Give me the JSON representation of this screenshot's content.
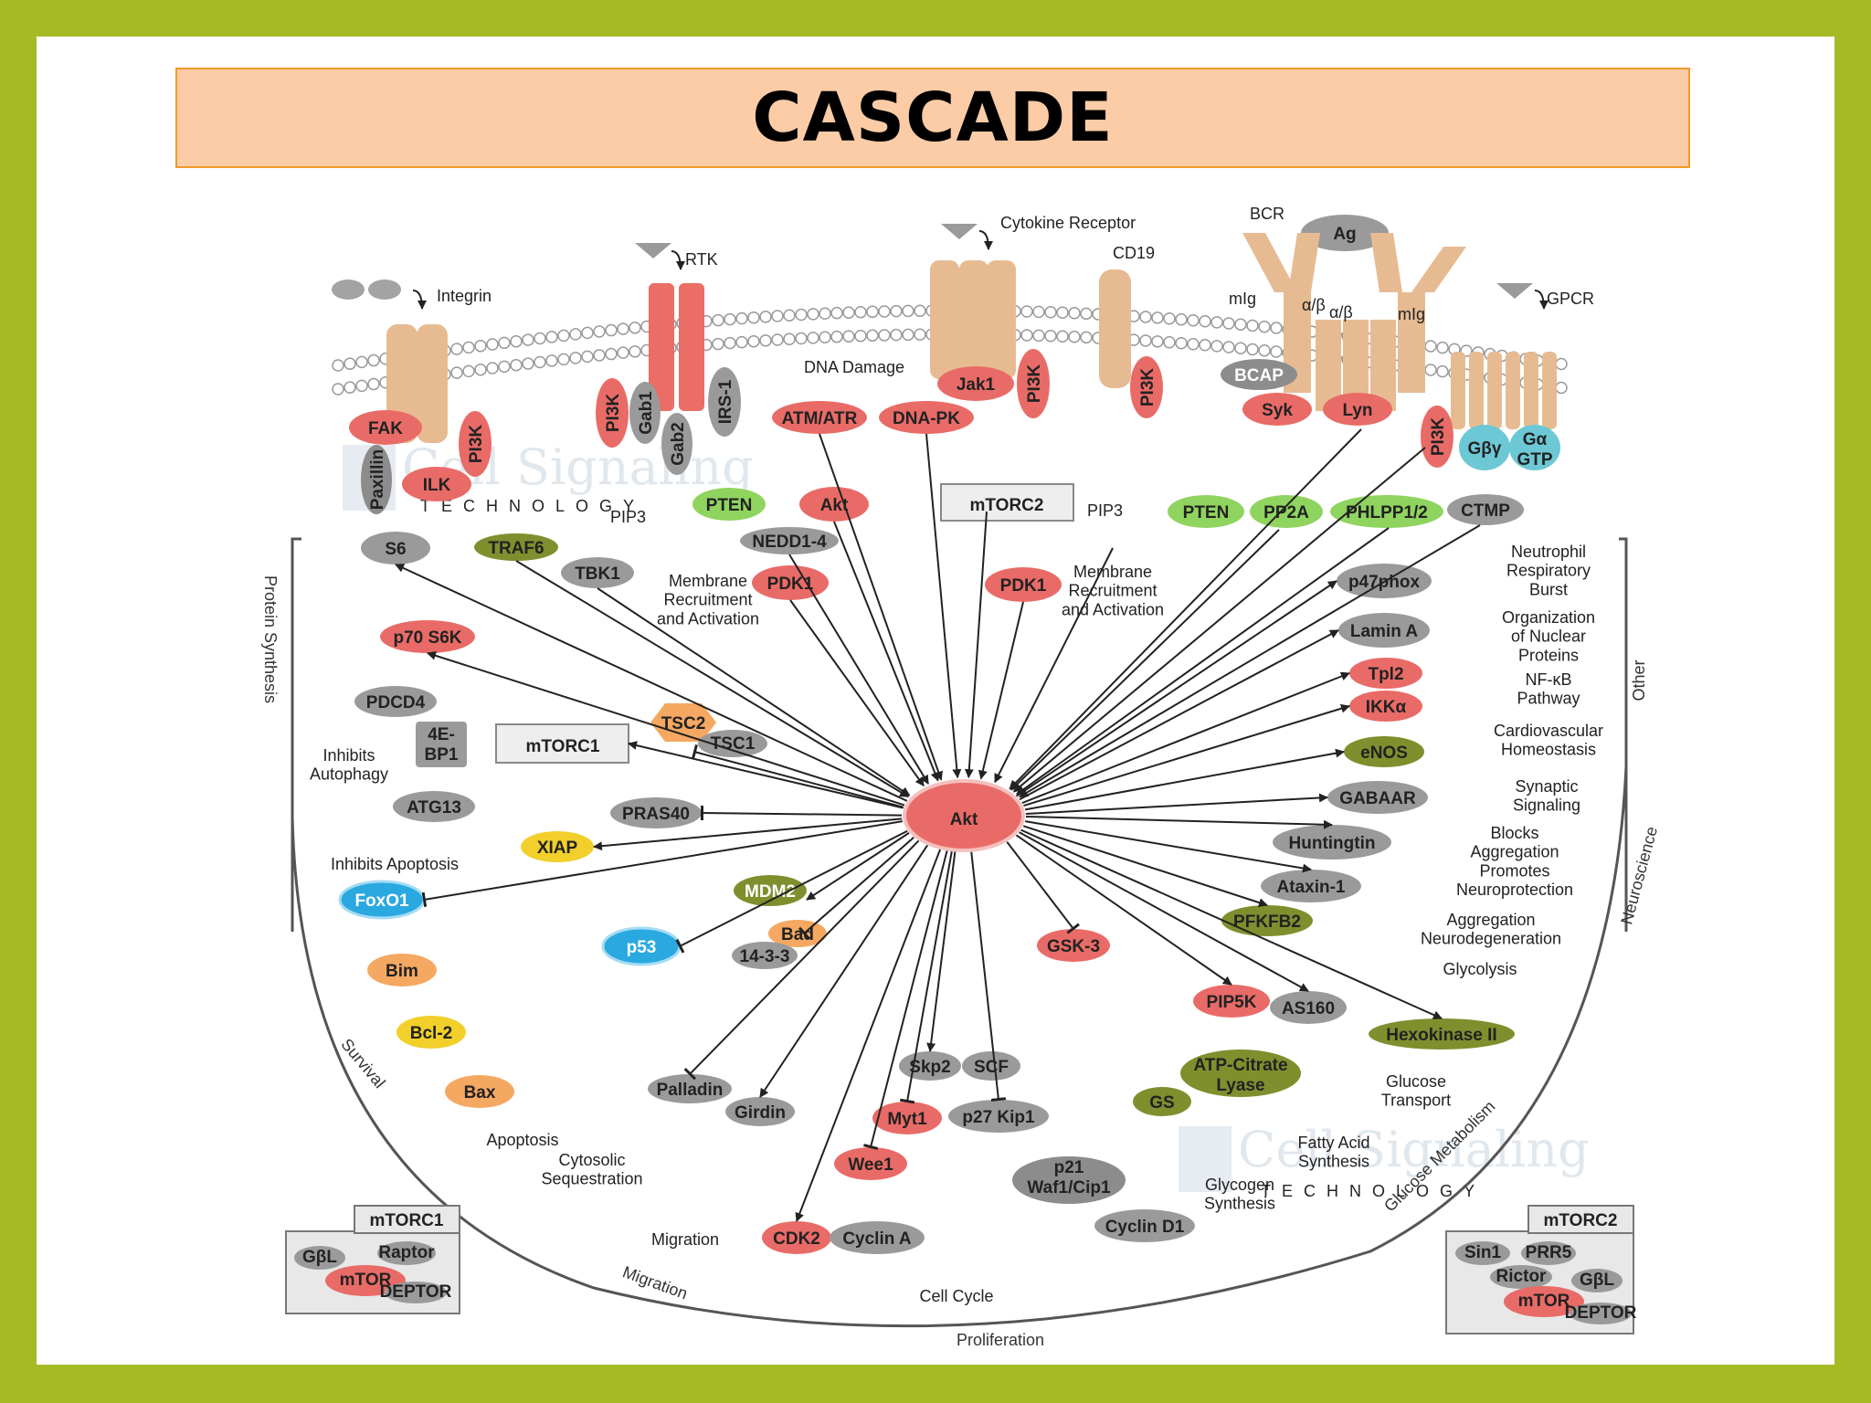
{
  "title": "CASCADE",
  "colors": {
    "frame": "#a6ba26",
    "title_fill": "#fccca6",
    "title_border": "#f09a28",
    "red_node": "#e96b67",
    "gray_node": "#9a9a9a",
    "green_node": "#8fd45f",
    "olive_node": "#7f8f2e",
    "orange_node": "#f5a861",
    "yellow_node": "#f2cf2a",
    "blue_node": "#2aa9e0",
    "teal_node": "#6cc8d4",
    "receptor": "#e7bb92"
  },
  "receptors": {
    "integrin": "Integrin",
    "rtk": "RTK",
    "cytokine": "Cytokine\nReceptor",
    "cd19": "CD19",
    "bcr": "BCR",
    "ag": "Ag",
    "mig_left": "mIg",
    "mig_right": "mIg",
    "alpha_beta_1": "α/β",
    "alpha_beta_2": "α/β",
    "gpcr": "GPCR"
  },
  "membrane_nodes": {
    "fak": "FAK",
    "paxillin": "Paxillin",
    "ilk": "ILK",
    "pi3k_integrin": "PI3K",
    "pi3k_rtk": "PI3K",
    "gab1": "Gab1",
    "gab2": "Gab2",
    "irs1": "IRS-1",
    "jak1": "Jak1",
    "pi3k_cytokine": "PI3K",
    "pi3k_cd19": "PI3K",
    "bcap": "BCAP",
    "syk": "Syk",
    "lyn": "Lyn",
    "pi3k_gpcr": "PI3K",
    "gbg": "Gβγ",
    "ga_gtp": "Gα\nGTP"
  },
  "upper_nodes": {
    "dna_damage": "DNA Damage",
    "atm_atr": "ATM/ATR",
    "dna_pk": "DNA-PK",
    "pip3_left": "PIP3",
    "pten_left": "PTEN",
    "akt_upper": "Akt",
    "nedd": "NEDD1-4",
    "traf6": "TRAF6",
    "tbk1": "TBK1",
    "membrane_left": "Membrane\nRecruitment\nand Activation",
    "pdk1_left": "PDK1",
    "mtorc2_box": "mTORC2",
    "pip3_right": "PIP3",
    "pten_right": "PTEN",
    "pp2a": "PP2A",
    "phlpp": "PHLPP1/2",
    "ctmp": "CTMP",
    "pdk1_right": "PDK1",
    "membrane_right": "Membrane\nRecruitment\nand Activation"
  },
  "center": "Akt",
  "left_nodes": {
    "s6": "S6",
    "p70": "p70 S6K",
    "pdcd4": "PDCD4",
    "ebp1": "4E-\nBP1",
    "mtorc1_box": "mTORC1",
    "tsc2": "TSC2",
    "tsc1": "TSC1",
    "inhibits_autophagy": "Inhibits\nAutophagy",
    "atg13": "ATG13",
    "pras40": "PRAS40",
    "xiap": "XIAP",
    "inhibits_apoptosis": "Inhibits Apoptosis",
    "foxo1": "FoxO1",
    "bim": "Bim",
    "bcl2": "Bcl-2",
    "bax": "Bax",
    "apoptosis": "Apoptosis",
    "mdm2": "MDM2",
    "p53": "p53",
    "bad": "Bad",
    "p1433": "14-3-3",
    "cytosolic": "Cytosolic\nSequestration"
  },
  "bottom_nodes": {
    "palladin": "Palladin",
    "girdin": "Girdin",
    "migration": "Migration",
    "cdk2": "CDK2",
    "cyclin_a": "Cyclin A",
    "wee1": "Wee1",
    "myt1": "Myt1",
    "skp2": "Skp2",
    "scf": "SCF",
    "p27": "p27 Kip1",
    "p21": "p21\nWaf1/Cip1",
    "gsk3": "GSK-3",
    "cyclin_d1": "Cyclin D1",
    "cell_cycle": "Cell Cycle",
    "gs": "GS",
    "glycogen": "Glycogen\nSynthesis",
    "atp_citrate": "ATP-Citrate\nLyase",
    "fatty_acid": "Fatty Acid\nSynthesis"
  },
  "right_nodes": {
    "p47phox": "p47phox",
    "neutrophil": "Neutrophil\nRespiratory\nBurst",
    "lamin": "Lamin A",
    "nuclear": "Organization\nof Nuclear\nProteins",
    "tpl2": "Tpl2",
    "ikka": "IKKα",
    "nfkb": "NF-κB\nPathway",
    "enos": "eNOS",
    "cardio": "Cardiovascular\nHomeostasis",
    "gabaar": "GABAAR",
    "synaptic": "Synaptic\nSignaling",
    "huntingtin": "Huntingtin",
    "blocks": "Blocks\nAggregation\nPromotes\nNeuroprotection",
    "ataxin": "Ataxin-1",
    "aggregation": "Aggregation\nNeurodegeneration",
    "pfkfb2": "PFKFB2",
    "glycolysis": "Glycolysis",
    "pip5k": "PIP5K",
    "as160": "AS160",
    "hexokinase": "Hexokinase II",
    "glucose_transport": "Glucose\nTransport"
  },
  "categories": {
    "protein_synthesis": "Protein Synthesis",
    "other": "Other",
    "neuroscience": "Neuroscience",
    "glucose_metabolism": "Glucose Metabolism",
    "proliferation": "Proliferation",
    "migration": "Migration",
    "survival": "Survival"
  },
  "legend_mtorc1": {
    "title": "mTORC1",
    "gbl": "GβL",
    "raptor": "Raptor",
    "mtor": "mTOR",
    "deptor": "DEPTOR"
  },
  "legend_mtorc2": {
    "title": "mTORC2",
    "sin1": "Sin1",
    "prr5": "PRR5",
    "rictor": "Rictor",
    "gbl": "GβL",
    "mtor": "mTOR",
    "deptor": "DEPTOR"
  },
  "watermark_1": "Cell Signaling",
  "watermark_2": "Cell Signaling",
  "watermark_sub": "TECHNOLOGY"
}
